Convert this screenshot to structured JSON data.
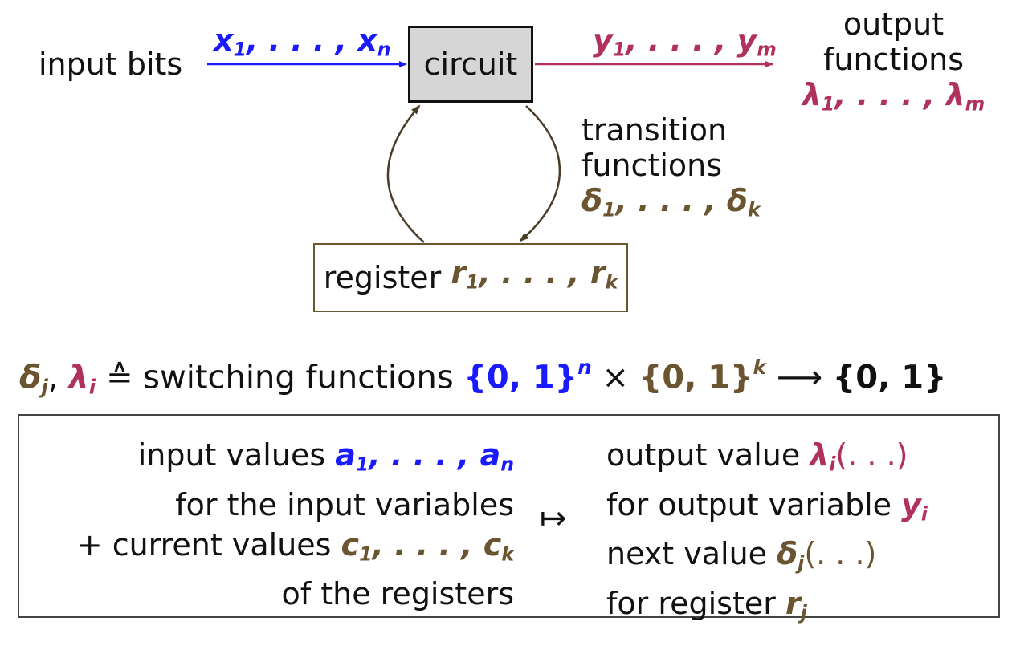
{
  "diagram": {
    "input_label": "input bits",
    "input_vars": {
      "a": "x",
      "s1": "1",
      "mid": ", . . . , ",
      "b": "x",
      "sn": "n"
    },
    "circuit_label": "circuit",
    "output_vars": {
      "a": "y",
      "s1": "1",
      "mid": ", . . . , ",
      "b": "y",
      "sm": "m"
    },
    "output_label_1": "output",
    "output_label_2": "functions",
    "output_funcs": {
      "a": "λ",
      "s1": "1",
      "mid": ", . . . , ",
      "b": "λ",
      "sm": "m"
    },
    "transition_label_1": "transition",
    "transition_label_2": "functions",
    "transition_funcs": {
      "a": "δ",
      "s1": "1",
      "mid": ", . . . , ",
      "b": "δ",
      "sk": "k"
    },
    "register_label": "register ",
    "register_vars": {
      "a": "r",
      "s1": "1",
      "mid": ", . . . , ",
      "b": "r",
      "sk": "k"
    }
  },
  "equation": {
    "delta": "δ",
    "delta_sub": "j",
    "comma": ", ",
    "lambda": "λ",
    "lambda_sub": "i",
    "corresponds": " ≙ switching functions ",
    "set1": "{0, 1}",
    "set1_sup": "n",
    "times": " × ",
    "set2": "{0, 1}",
    "set2_sup": "k",
    "arrow": " ⟶ ",
    "set3": "{0, 1}"
  },
  "mapping": {
    "left_line1_text": "input values ",
    "left_line1_vars": {
      "a": "a",
      "s1": "1",
      "mid": ", . . . , ",
      "b": "a",
      "sn": "n"
    },
    "left_line2": "for the input variables",
    "left_line3_text": "+ current values ",
    "left_line3_vars": {
      "a": "c",
      "s1": "1",
      "mid": ", . . . , ",
      "b": "c",
      "sk": "k"
    },
    "left_line4": "of the registers",
    "maps_to": "↦",
    "right_line1_text": "output value ",
    "right_line1_func": "λ",
    "right_line1_sub": "i",
    "right_line1_args": "(. . .)",
    "right_line2_text": "for output variable ",
    "right_line2_var": "y",
    "right_line2_sub": "i",
    "right_line3_text": "next value ",
    "right_line3_func": "δ",
    "right_line3_sub": "j",
    "right_line3_args": "(. . .)",
    "right_line4_text": "for register ",
    "right_line4_var": "r",
    "right_line4_sub": "j"
  },
  "colors": {
    "input": "#1a1aff",
    "output": "#b03060",
    "register": "#6b5530",
    "circuit_fill": "#d6d6d6"
  }
}
